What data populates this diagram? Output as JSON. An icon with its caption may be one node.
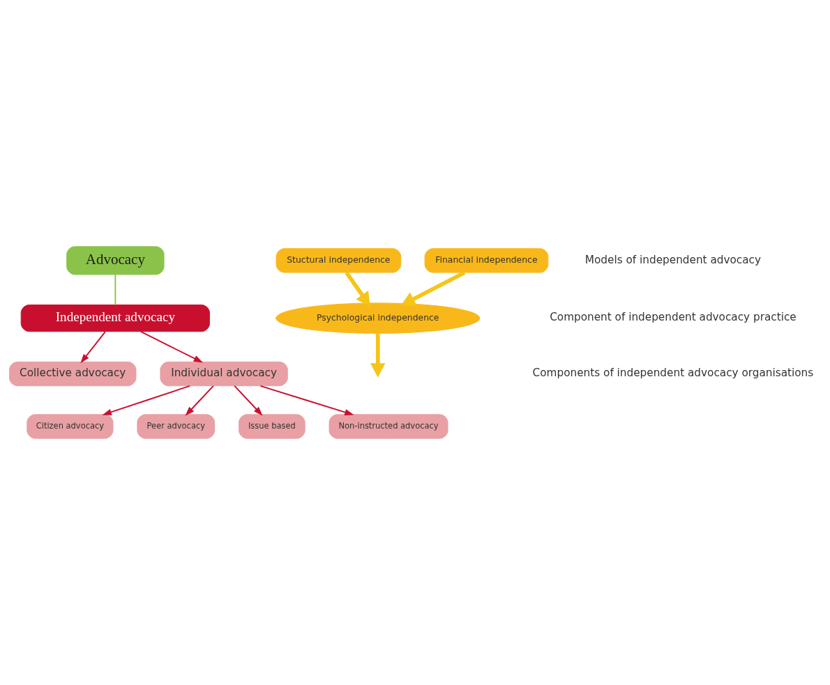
{
  "diagram": {
    "nodes": [
      {
        "text": [
          "Advocacy"
        ]
      },
      {
        "text": [
          "Independent advocacy"
        ]
      },
      {
        "text": [
          "Collective advocacy"
        ]
      },
      {
        "text": [
          "Individual advocacy"
        ]
      },
      {
        "text": [
          "Citizen advocacy"
        ]
      },
      {
        "text": [
          "Peer advocacy"
        ]
      },
      {
        "text": [
          "Issue based"
        ]
      },
      {
        "text": [
          "Non-instructed advocacy"
        ]
      },
      {
        "text": [
          "Psychological independence"
        ]
      },
      {
        "text": [
          "Stuctural independence"
        ]
      },
      {
        "text": [
          "Financial independence"
        ]
      }
    ],
    "edges": [
      {
        "from": 0,
        "to": 1,
        "arrow": "none",
        "color": "#8bc34a"
      },
      {
        "from": 1,
        "to": 2,
        "arrow": "to"
      },
      {
        "from": 1,
        "to": 3,
        "arrow": "to"
      },
      {
        "from": 3,
        "to": 4,
        "arrow": "to"
      },
      {
        "from": 3,
        "to": 5,
        "arrow": "to"
      },
      {
        "from": 3,
        "to": 6,
        "arrow": "to"
      },
      {
        "from": 3,
        "to": 7,
        "arrow": "to"
      },
      {
        "from": 8,
        "to": null,
        "arrow": "to",
        "style": "thick",
        "color": "#f5c518"
      },
      {
        "from": 9,
        "to": 8,
        "arrow": "to",
        "style": "thick",
        "color": "#f5c518"
      },
      {
        "from": 10,
        "to": 8,
        "arrow": "to",
        "style": "thick",
        "color": "#f5c518"
      }
    ],
    "labels": [
      "Models of independent advocacy",
      "Component of independent advocacy practice",
      "Components of independent advocacy organisations"
    ]
  }
}
